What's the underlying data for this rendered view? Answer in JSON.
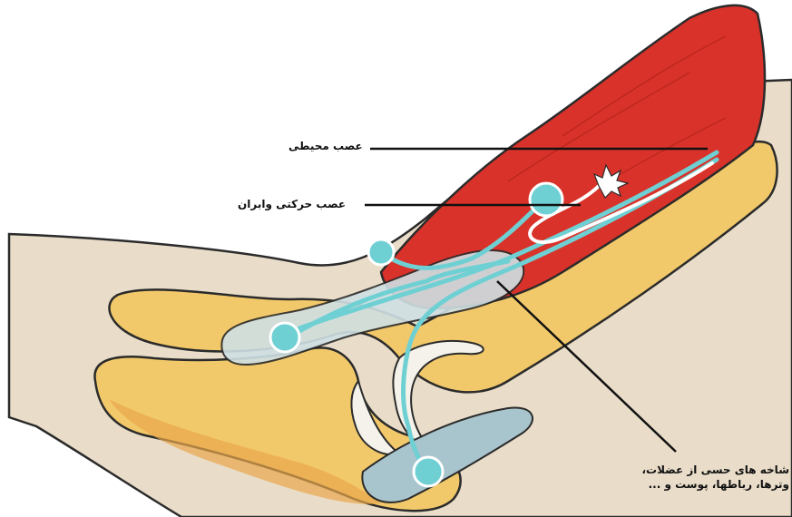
{
  "labels": {
    "peripheral_nerve": "عصب محیطی",
    "motor_nerve": "عصب حرکتی وابران",
    "sensory_branches_line1": "شاخه های حسی از عضلات،",
    "sensory_branches_line2": "وترها، رباطها، پوست و ..."
  },
  "colors": {
    "skin": "#e8dcc8",
    "muscle": "#d9322a",
    "bone": "#f2c96a",
    "tendon": "#a8cdd4",
    "nerve": "#6fd0d4",
    "cartilage": "#f4f2ea"
  }
}
